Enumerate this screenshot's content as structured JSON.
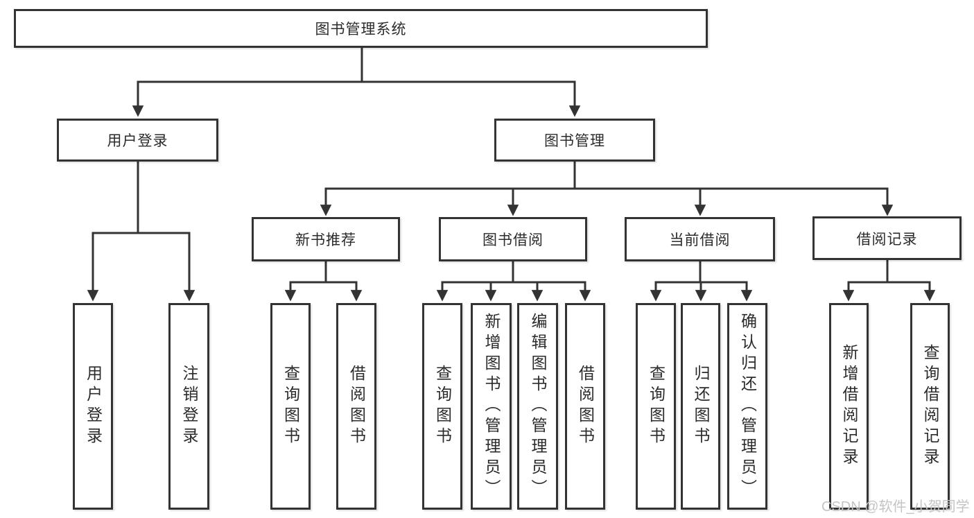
{
  "diagram": {
    "label": "图书管理系统",
    "children": [
      {
        "label": "用户登录",
        "children": [
          {
            "label": "用户登录"
          },
          {
            "label": "注销登录"
          }
        ]
      },
      {
        "label": "图书管理",
        "children": [
          {
            "label": "新书推荐",
            "children": [
              {
                "label": "查询图书"
              },
              {
                "label": "借阅图书"
              }
            ]
          },
          {
            "label": "图书借阅",
            "children": [
              {
                "label": "查询图书"
              },
              {
                "label": "新增图书（管理员）"
              },
              {
                "label": "编辑图书（管理员）"
              },
              {
                "label": "借阅图书"
              }
            ]
          },
          {
            "label": "当前借阅",
            "children": [
              {
                "label": "查询图书"
              },
              {
                "label": "归还图书"
              },
              {
                "label": "确认归还（管理员）"
              }
            ]
          },
          {
            "label": "借阅记录",
            "children": [
              {
                "label": "新增借阅记录"
              },
              {
                "label": "查询借阅记录"
              }
            ]
          }
        ]
      }
    ]
  },
  "watermark": {
    "text": "CSDN @软件_小贺同学"
  },
  "colors": {
    "line": "#333333",
    "text": "#2b2b2b",
    "box_fill": "#ffffff",
    "watermark": "#c4c4c4",
    "background": "#ffffff"
  }
}
